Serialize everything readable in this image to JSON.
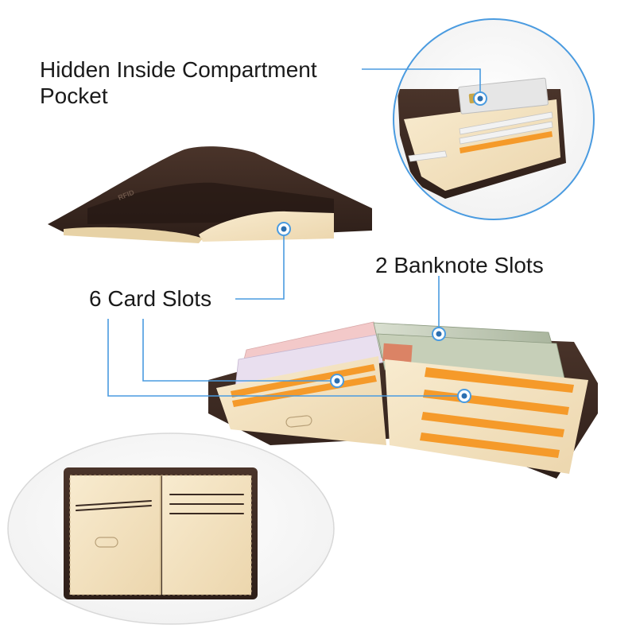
{
  "callouts": {
    "hidden_pocket_line1": "Hidden Inside Compartment",
    "hidden_pocket_line2": "Pocket",
    "banknote_slots": "2 Banknote Slots",
    "card_slots": "6 Card Slots"
  },
  "embossed": {
    "rfid": "RFID"
  },
  "colors": {
    "callout_line": "#4a9be0",
    "leather_brown": "#3e2a22",
    "cream_lining": "#f3e2c0",
    "orange_card": "#f59a2a"
  }
}
